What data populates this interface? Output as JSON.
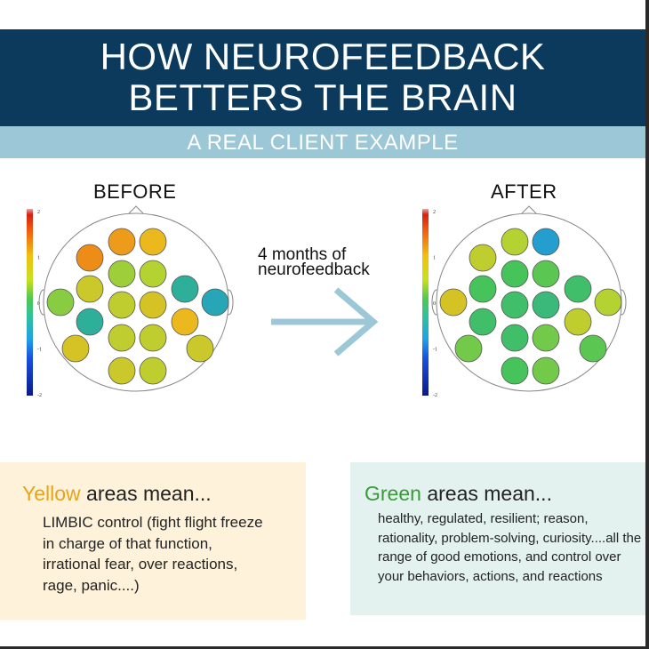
{
  "header": {
    "line1": "HOW NEUROFEEDBACK",
    "line2": "BETTERS THE BRAIN",
    "subtitle": "A REAL CLIENT EXAMPLE"
  },
  "before": {
    "label": "BEFORE",
    "values": [
      1.2,
      1.0,
      1.3,
      0.4,
      0.5,
      0.7,
      0.3,
      0.6,
      0.8,
      -0.4,
      -0.6,
      -0.4,
      1.0,
      0.6,
      0.6,
      0.8,
      0.7,
      0.7,
      0.6
    ]
  },
  "after": {
    "label": "AFTER",
    "values": [
      0.5,
      -0.8,
      0.6,
      0.0,
      0.1,
      0.0,
      0.8,
      -0.1,
      -0.2,
      -0.1,
      0.5,
      -0.1,
      0.6,
      -0.1,
      0.2,
      0.2,
      0.1,
      0.0,
      0.2
    ]
  },
  "scale": {
    "ticks": [
      "2",
      "1",
      "0",
      "-1",
      "-2"
    ]
  },
  "arrow": {
    "line1": "4 months of",
    "line2": "neurofeedback"
  },
  "yellow_box": {
    "highlight": "Yellow",
    "title_rest": " areas mean...",
    "body": "LIMBIC control (fight flight freeze in charge of that function, irrational fear, over reactions, rage, panic....)"
  },
  "green_box": {
    "highlight": "Green",
    "title_rest": " areas mean...",
    "body": "healthy, regulated, resilient; reason, rationality, problem-solving, curiosity....all the range of good emotions, and control over your behaviors, actions, and reactions"
  },
  "colors": {
    "navy": "#0b3a5c",
    "light_blue": "#9cc7d6",
    "yellow": "#e8a317",
    "green": "#3a9a3a",
    "arrow": "#9cc7d6"
  }
}
